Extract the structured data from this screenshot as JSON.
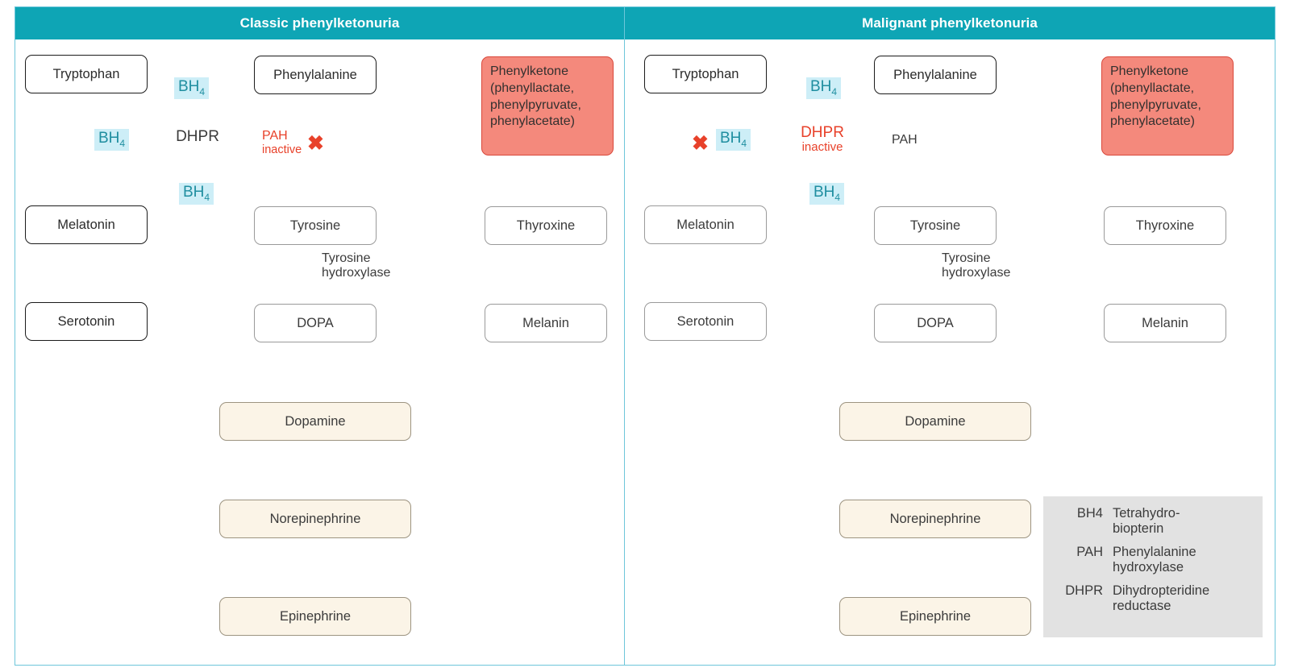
{
  "figure": {
    "accent_teal": "#0ea5b5",
    "border_teal": "#6ec6da",
    "alert_fill": "#f4897c",
    "alert_border": "#d9483b",
    "cream_fill": "#fbf4e7",
    "bh4_fill": "#cdeef7",
    "bh4_text": "#1f8ea0",
    "red": "#e8412a",
    "legend_fill": "#e2e2e2"
  },
  "panels": [
    {
      "id": "classic",
      "title": "Classic phenylketonuria",
      "nodes": {
        "tryptophan": "Tryptophan",
        "melatonin": "Melatonin",
        "serotonin": "Serotonin",
        "phenylalanine": "Phenylalanine",
        "tyrosine": "Tyrosine",
        "thyroxine": "Thyroxine",
        "dopa": "DOPA",
        "melanin": "Melanin",
        "dopamine": "Dopamine",
        "norepinephrine": "Norepinephrine",
        "epinephrine": "Epinephrine",
        "phenylketone": "Phenylketone (phenyllactate, phenylpyruvate, phenylacetate)"
      },
      "cycle": {
        "center_label": "DHPR",
        "center_sub": "",
        "center_state": "active",
        "bh4_top": "BH",
        "bh4_top_sub": "4",
        "bh4_bottom": "BH",
        "bh4_bottom_sub": "4",
        "bh4_side": "BH",
        "bh4_side_sub": "4"
      },
      "enzymes": {
        "pah_label": "PAH",
        "pah_sub": "inactive",
        "pah_state": "inactive",
        "tyrosine_hydroxylase": "Tyrosine hydroxylase"
      },
      "blocks": [
        {
          "target": "pah",
          "mark": "✖"
        }
      ]
    },
    {
      "id": "malignant",
      "title": "Malignant phenylketonuria",
      "nodes": {
        "tryptophan": "Tryptophan",
        "melatonin": "Melatonin",
        "serotonin": "Serotonin",
        "phenylalanine": "Phenylalanine",
        "tyrosine": "Tyrosine",
        "thyroxine": "Thyroxine",
        "dopa": "DOPA",
        "melanin": "Melanin",
        "dopamine": "Dopamine",
        "norepinephrine": "Norepinephrine",
        "epinephrine": "Epinephrine",
        "phenylketone": "Phenylketone (phenyllactate, phenylpyruvate, phenylacetate)"
      },
      "cycle": {
        "center_label": "DHPR",
        "center_sub": "inactive",
        "center_state": "inactive",
        "bh4_top": "BH",
        "bh4_top_sub": "4",
        "bh4_bottom": "BH",
        "bh4_bottom_sub": "4",
        "bh4_side": "BH",
        "bh4_side_sub": "4"
      },
      "enzymes": {
        "pah_label": "PAH",
        "pah_sub": "",
        "pah_state": "active",
        "tyrosine_hydroxylase": "Tyrosine hydroxylase"
      },
      "blocks": [
        {
          "target": "bh4-side",
          "mark": "✖"
        }
      ]
    }
  ],
  "legend": {
    "rows": [
      {
        "abbr": "BH4",
        "definition": "Tetrahydro-biopterin"
      },
      {
        "abbr": "PAH",
        "definition": "Phenylalanine hydroxylase"
      },
      {
        "abbr": "DHPR",
        "definition": "Dihydropteridine reductase"
      }
    ]
  }
}
